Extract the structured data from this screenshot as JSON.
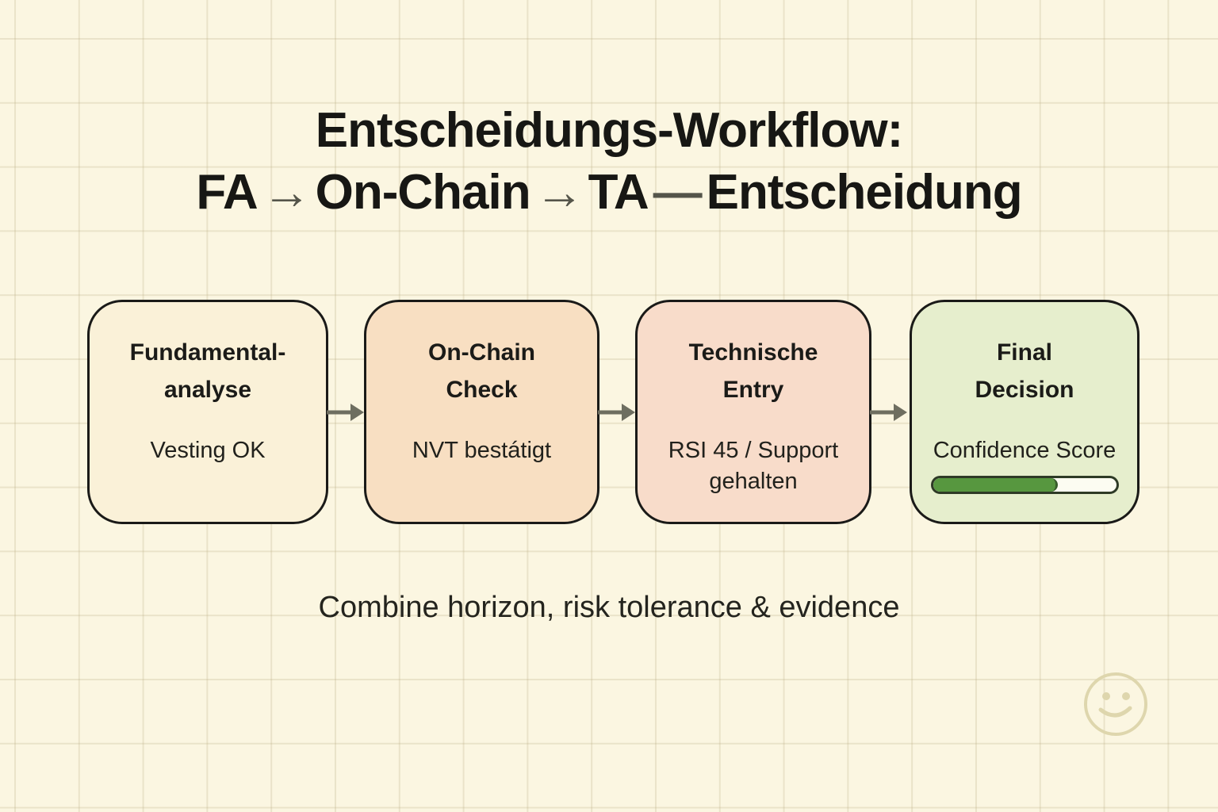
{
  "page": {
    "background_color": "#fbf6e1",
    "grid_line_color": "#e9e1c5"
  },
  "title": {
    "line1": "Entscheidungs-Workflow:",
    "line2": {
      "fa": "FA",
      "arrow1": "→",
      "onchain": "On-Chain",
      "arrow2": "→",
      "ta": "TA",
      "dash": "—",
      "entscheidung": "Entscheidung"
    }
  },
  "flow": {
    "arrow_color": "#6e6e60",
    "connectors": [
      "arrow-right",
      "arrow-right",
      "arrow-right"
    ],
    "boxes": [
      {
        "heading": "Fundamental-\nanalyse",
        "body": "Vesting OK",
        "fill": "#faf1d8",
        "border": "#1a1a18"
      },
      {
        "heading": "On-Chain\nCheck",
        "body": "NVT bestátigt",
        "fill": "#f8dfc2",
        "border": "#1a1a18"
      },
      {
        "heading": "Technische\nEntry",
        "body": "RSI 45 / Support\ngehalten",
        "fill": "#f8dcca",
        "border": "#1a1a18"
      },
      {
        "heading": "Final\nDecision",
        "body": "Confidence Score",
        "fill": "#e6eecd",
        "border": "#1a1a18",
        "progress": {
          "value_percent": 68,
          "fill_color": "#57973f",
          "track_color": "#fcfcf2",
          "border_color": "#2e3a26"
        }
      }
    ]
  },
  "caption": "Combine horizon, risk tolerance & evidence",
  "footer": {
    "smiley_icon_color": "#ded6ad"
  }
}
